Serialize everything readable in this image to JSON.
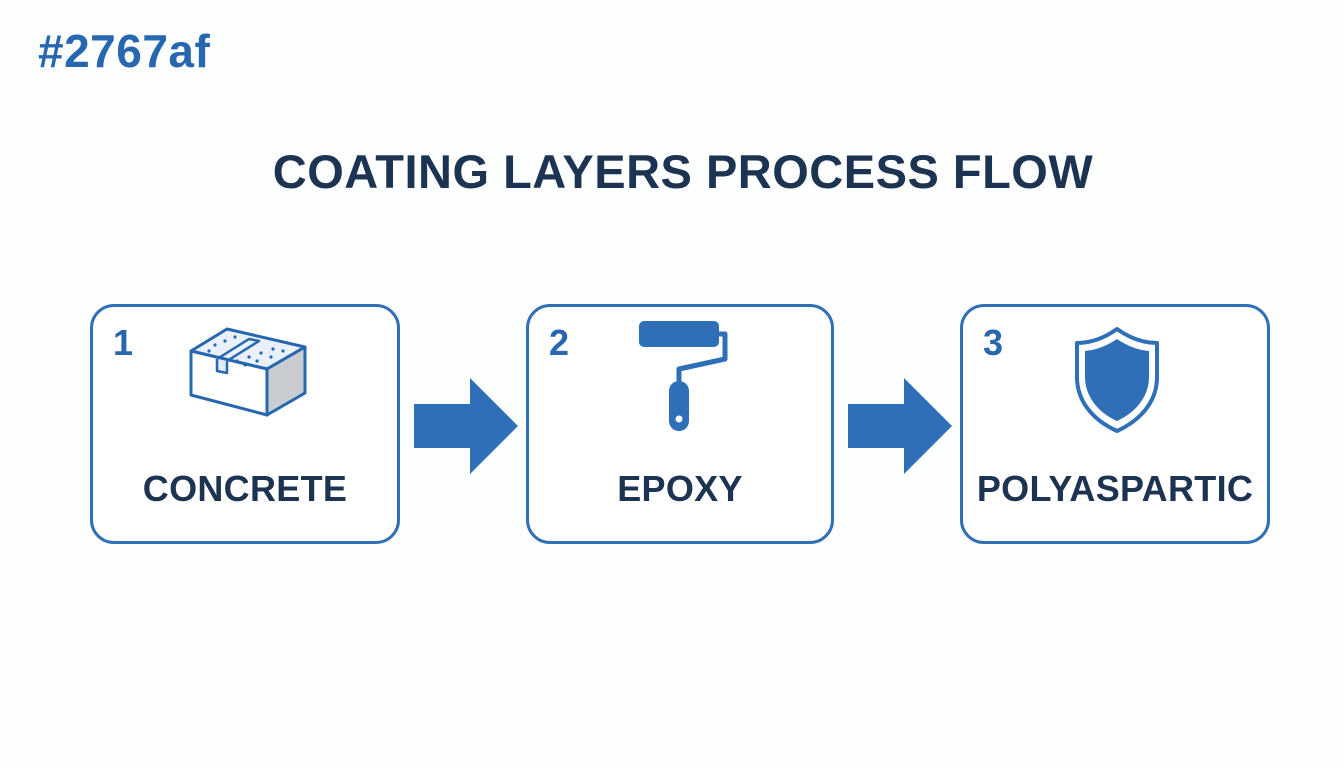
{
  "header": {
    "hex_code": "#2767af"
  },
  "title": "COATING LAYERS PROCESS FLOW",
  "colors": {
    "accent": "#2767af",
    "border": "#2e6fb8",
    "text_dark": "#1c3352",
    "background": "#fdfefe"
  },
  "steps": [
    {
      "number": "1",
      "label": "CONCRETE",
      "icon": "concrete-block-icon"
    },
    {
      "number": "2",
      "label": "EPOXY",
      "icon": "paint-roller-icon"
    },
    {
      "number": "3",
      "label": "POLYASPARTIC",
      "icon": "shield-icon"
    }
  ],
  "connectors": [
    {
      "icon": "arrow-right-icon"
    },
    {
      "icon": "arrow-right-icon"
    }
  ]
}
